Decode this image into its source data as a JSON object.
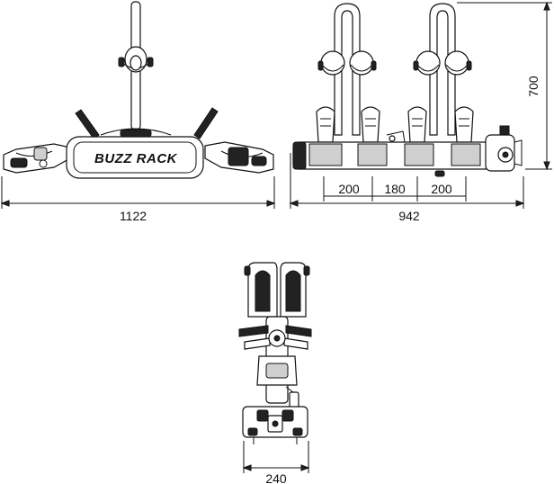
{
  "diagram": {
    "brand_logo": "BUZZ RACK",
    "front_view": {
      "width_label": "1122"
    },
    "side_view": {
      "length_label": "942",
      "height_label": "700",
      "spacing_labels": [
        "200",
        "180",
        "200"
      ]
    },
    "top_view": {
      "width_label": "240"
    }
  }
}
